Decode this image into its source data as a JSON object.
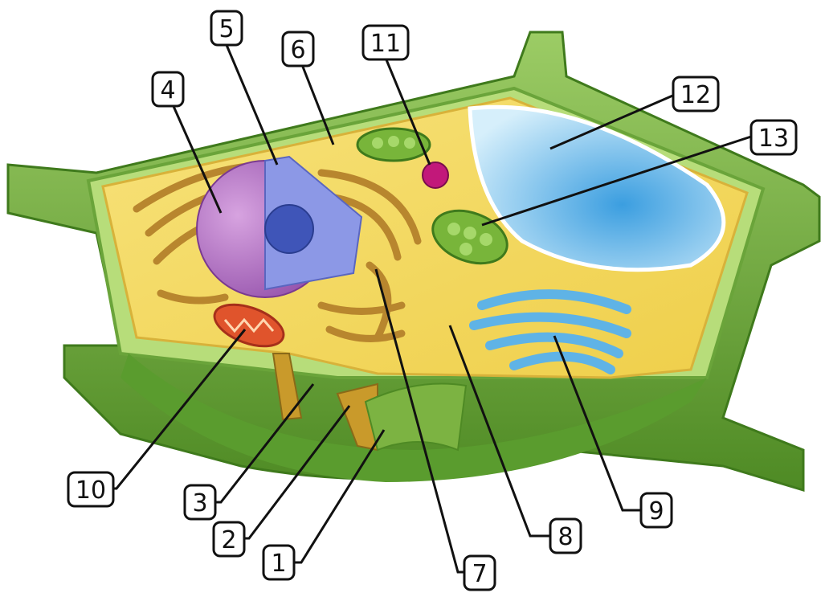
{
  "labels": [
    {
      "id": "1",
      "text": "1"
    },
    {
      "id": "2",
      "text": "2"
    },
    {
      "id": "3",
      "text": "3"
    },
    {
      "id": "4",
      "text": "4"
    },
    {
      "id": "5",
      "text": "5"
    },
    {
      "id": "6",
      "text": "6"
    },
    {
      "id": "7",
      "text": "7"
    },
    {
      "id": "8",
      "text": "8"
    },
    {
      "id": "9",
      "text": "9"
    },
    {
      "id": "10",
      "text": "10"
    },
    {
      "id": "11",
      "text": "11"
    },
    {
      "id": "12",
      "text": "12"
    },
    {
      "id": "13",
      "text": "13"
    }
  ],
  "colors": {
    "cell_wall": "#7cb342",
    "cell_wall_dark": "#4e8a24",
    "cytoplasm": "#f3d85a",
    "nucleus": "#a665b8",
    "nucleus_inner": "#6b7fd6",
    "vacuole": "#9ed3f2",
    "golgi": "#5fb3e6",
    "er": "#b8862e",
    "mitochondrion": "#e0542c",
    "chloroplast": "#78b53a",
    "vesicle": "#c2187a"
  }
}
